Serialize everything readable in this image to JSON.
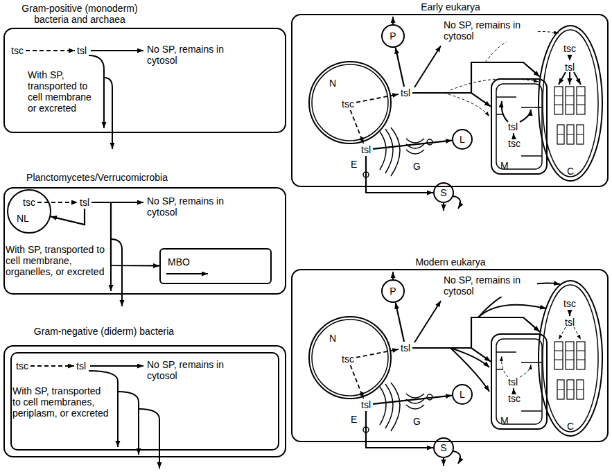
{
  "diagram": {
    "nodes": [
      {
        "text": [
          "Gram-positive (monoderm) bacteria and archaea"
        ]
      },
      {
        "text": [
          "tsc"
        ],
        "in": 0
      },
      {
        "text": [
          "tsl"
        ],
        "in": 0
      },
      {
        "text": [
          "Planctomycetes/Verrucomicrobia"
        ]
      },
      {
        "text": [
          "NL"
        ],
        "in": 3
      },
      {
        "text": [
          "tsc"
        ],
        "in": 4
      },
      {
        "text": [
          "tsl"
        ],
        "in": 3
      },
      {
        "text": [
          "MBO"
        ],
        "in": 3
      },
      {
        "text": [
          "Gram-negative (diderm) bacteria"
        ]
      },
      {
        "text": [
          "tsc"
        ],
        "in": 8
      },
      {
        "text": [
          "tsl"
        ],
        "in": 8
      },
      {
        "text": [
          "Early eukarya"
        ]
      },
      {
        "text": [
          "N"
        ],
        "in": 11
      },
      {
        "text": [
          "tsc"
        ],
        "in": 12
      },
      {
        "text": [
          "tsl"
        ],
        "in": 11
      },
      {
        "text": [
          "P"
        ],
        "in": 11
      },
      {
        "text": [
          "tsl"
        ],
        "in": 11
      },
      {
        "text": [
          "L"
        ],
        "in": 11
      },
      {
        "text": [
          "S"
        ],
        "in": 11
      },
      {
        "text": [
          "M"
        ],
        "in": 11
      },
      {
        "text": [
          "tsl"
        ],
        "in": 19
      },
      {
        "text": [
          "tsc"
        ],
        "in": 19
      },
      {
        "text": [
          "C"
        ],
        "in": 11
      },
      {
        "text": [
          "tsc"
        ],
        "in": 22
      },
      {
        "text": [
          "tsl"
        ],
        "in": 22
      },
      {
        "text": [
          "Modern eukarya"
        ]
      },
      {
        "text": [
          "N"
        ],
        "in": 25
      },
      {
        "text": [
          "tsc"
        ],
        "in": 26
      },
      {
        "text": [
          "tsl"
        ],
        "in": 25
      },
      {
        "text": [
          "P"
        ],
        "in": 25
      },
      {
        "text": [
          "tsl"
        ],
        "in": 25
      },
      {
        "text": [
          "L"
        ],
        "in": 25
      },
      {
        "text": [
          "S"
        ],
        "in": 25
      },
      {
        "text": [
          "M"
        ],
        "in": 25
      },
      {
        "text": [
          "tsl"
        ],
        "in": 33
      },
      {
        "text": [
          "tsc"
        ],
        "in": 33
      },
      {
        "text": [
          "C"
        ],
        "in": 25
      },
      {
        "text": [
          "tsc"
        ],
        "in": 36
      },
      {
        "text": [
          "tsl"
        ],
        "in": 36
      }
    ],
    "edges": [
      {
        "from": 1,
        "to": 2,
        "arrow": "to"
      },
      {
        "from": 5,
        "to": 6,
        "arrow": "to"
      },
      {
        "from": 6,
        "to": 4,
        "arrow": "to"
      },
      {
        "from": 6,
        "to": 7,
        "arrow": "to"
      },
      {
        "from": 9,
        "to": 10,
        "arrow": "to"
      },
      {
        "from": 13,
        "to": 14,
        "arrow": "to"
      },
      {
        "from": 13,
        "to": 16,
        "arrow": "to"
      },
      {
        "from": 14,
        "to": 15,
        "arrow": "to"
      },
      {
        "from": 14,
        "to": 19,
        "arrow": "to"
      },
      {
        "from": 14,
        "to": 22,
        "arrow": "to"
      },
      {
        "from": 16,
        "to": 17,
        "arrow": "to"
      },
      {
        "from": 16,
        "to": 18,
        "arrow": "to"
      },
      {
        "from": 21,
        "to": 20,
        "arrow": "to"
      },
      {
        "from": 23,
        "to": 24,
        "arrow": "to"
      },
      {
        "from": 27,
        "to": 28,
        "arrow": "to"
      },
      {
        "from": 27,
        "to": 30,
        "arrow": "to"
      },
      {
        "from": 28,
        "to": 29,
        "arrow": "to"
      },
      {
        "from": 28,
        "to": 33,
        "arrow": "to"
      },
      {
        "from": 28,
        "to": 36,
        "arrow": "to"
      },
      {
        "from": 30,
        "to": 31,
        "arrow": "to"
      },
      {
        "from": 30,
        "to": 32,
        "arrow": "to"
      },
      {
        "from": 35,
        "to": 34,
        "arrow": "to"
      },
      {
        "from": 37,
        "to": 38,
        "arrow": "to"
      }
    ],
    "labels": [
      "No SP, remains in cytosol",
      "With SP, transported to cell membrane or excreted",
      "No SP, remains in cytosol",
      "With SP, transported to cell membrane, organelles, or excreted",
      "No SP, remains in cytosol",
      "With SP, transported to cell membranes, periplasm, or excreted",
      "No SP, remains in cytosol",
      "E",
      "G",
      "No SP, remains in cytosol",
      "E",
      "G"
    ]
  }
}
